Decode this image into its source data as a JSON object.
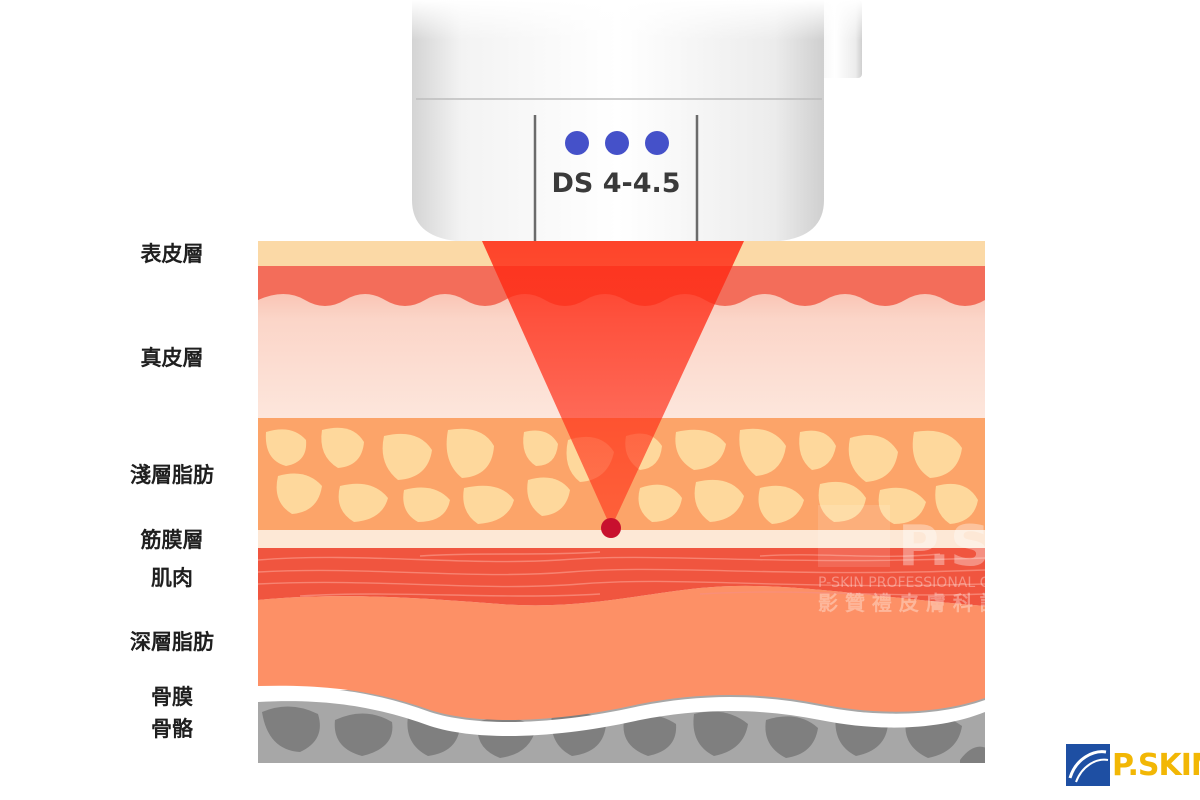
{
  "device": {
    "label": "DS 4-4.5",
    "dot_count": 3,
    "dot_color": "#4551c9"
  },
  "layers": [
    {
      "id": "epidermis",
      "label": "表皮層"
    },
    {
      "id": "dermis",
      "label": "真皮層"
    },
    {
      "id": "superficial-fat",
      "label": "淺層脂肪"
    },
    {
      "id": "fascia",
      "label": "筋膜層"
    },
    {
      "id": "muscle",
      "label": "肌肉"
    },
    {
      "id": "deep-fat",
      "label": "深層脂肪"
    },
    {
      "id": "periosteum",
      "label": "骨膜"
    },
    {
      "id": "bone",
      "label": "骨骼"
    }
  ],
  "colors": {
    "epidermis": "#fbd9a6",
    "dermis_top": "#f36d5a",
    "dermis": "#fbd5c8",
    "fat_bg": "#fca469",
    "fat_cell": "#fed89c",
    "fascia": "#fde8d6",
    "muscle": "#f0553f",
    "deep_fat": "#fd9066",
    "bone": "#a7a7a7",
    "bone_cell": "#7f7f7f",
    "beam": "#ff2a14",
    "focal_point": "#c8102e"
  },
  "watermark": {
    "logo_text": "P.SKIN",
    "line1": "P-SKIN PROFESSIONAL C",
    "line2": "影 贊 禮 皮 膚 科 診"
  },
  "logo": {
    "text": "P.SKIN",
    "primary_color": "#1e4fa3",
    "accent_color": "#f2b705"
  }
}
